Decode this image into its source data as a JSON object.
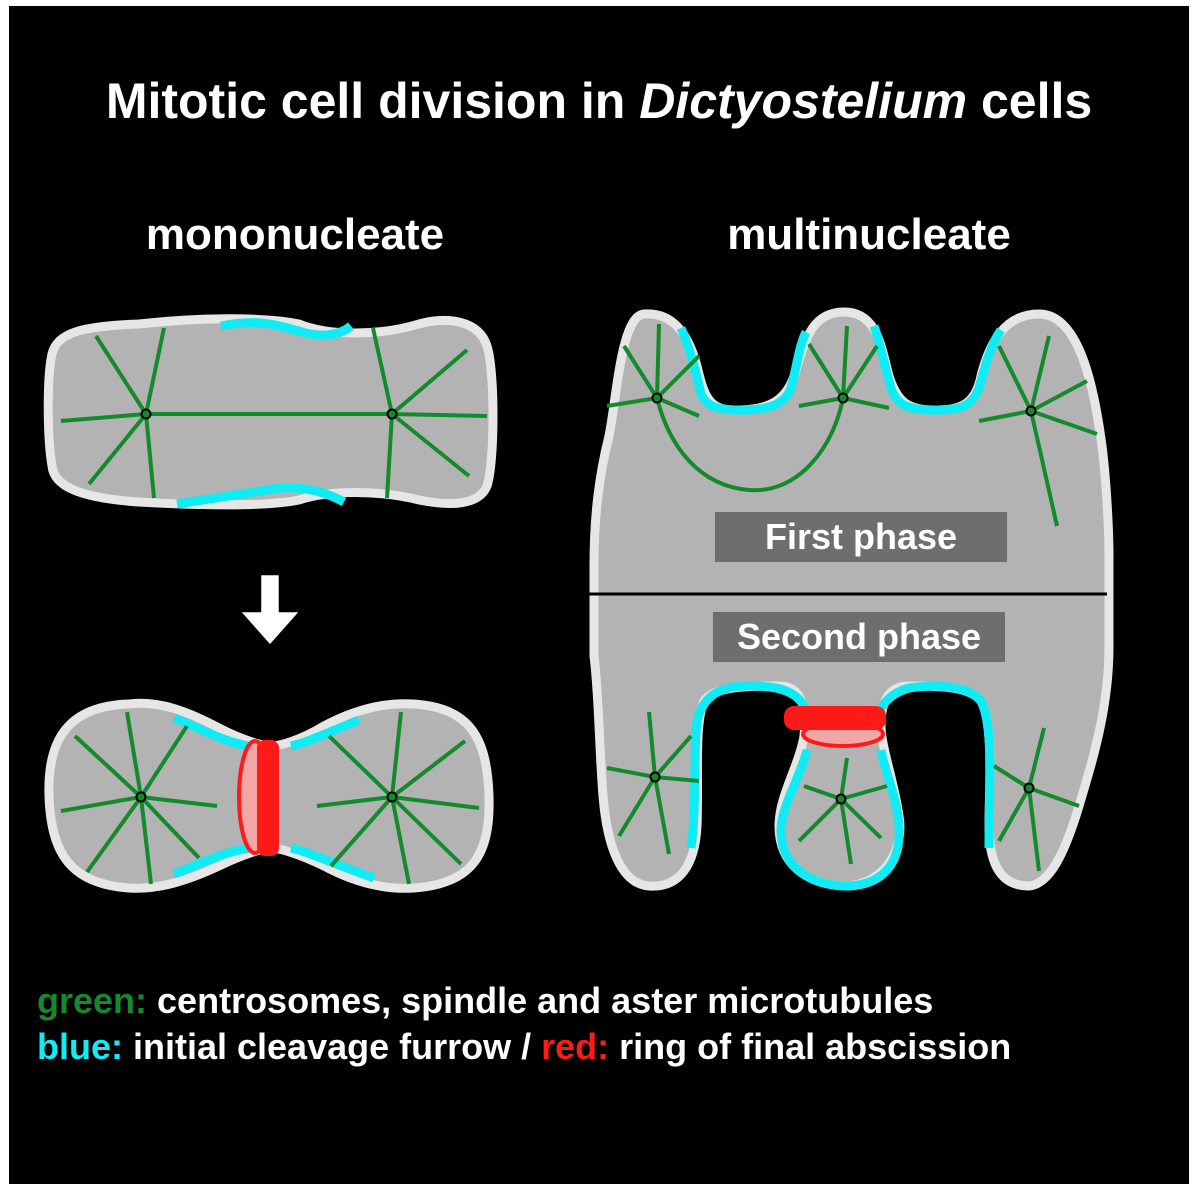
{
  "title": {
    "prefix": "Mitotic cell division in ",
    "italic": "Dictyostelium",
    "suffix": " cells"
  },
  "panels": {
    "left_heading": "mononucleate",
    "right_heading": "multinucleate"
  },
  "phases": {
    "first": "First phase",
    "second": "Second phase"
  },
  "legend": {
    "green_key": "green:",
    "green_text": " centrosomes, spindle and aster microtubules",
    "blue_key": "blue:",
    "blue_text": " initial cleavage furrow  / ",
    "red_key": "red:",
    "red_text": " ring of final abscission"
  },
  "colors": {
    "background": "#000000",
    "cytoplasm": "#b3b3b3",
    "membrane": "#e6e6e6",
    "microtubule_green": "#138a2c",
    "furrow_blue": "#11ecf4",
    "abscission_red": "#ff1a1a",
    "phase_box": "#6e6e6e"
  },
  "icons": {
    "arrow": "down-arrow-outline-icon"
  }
}
